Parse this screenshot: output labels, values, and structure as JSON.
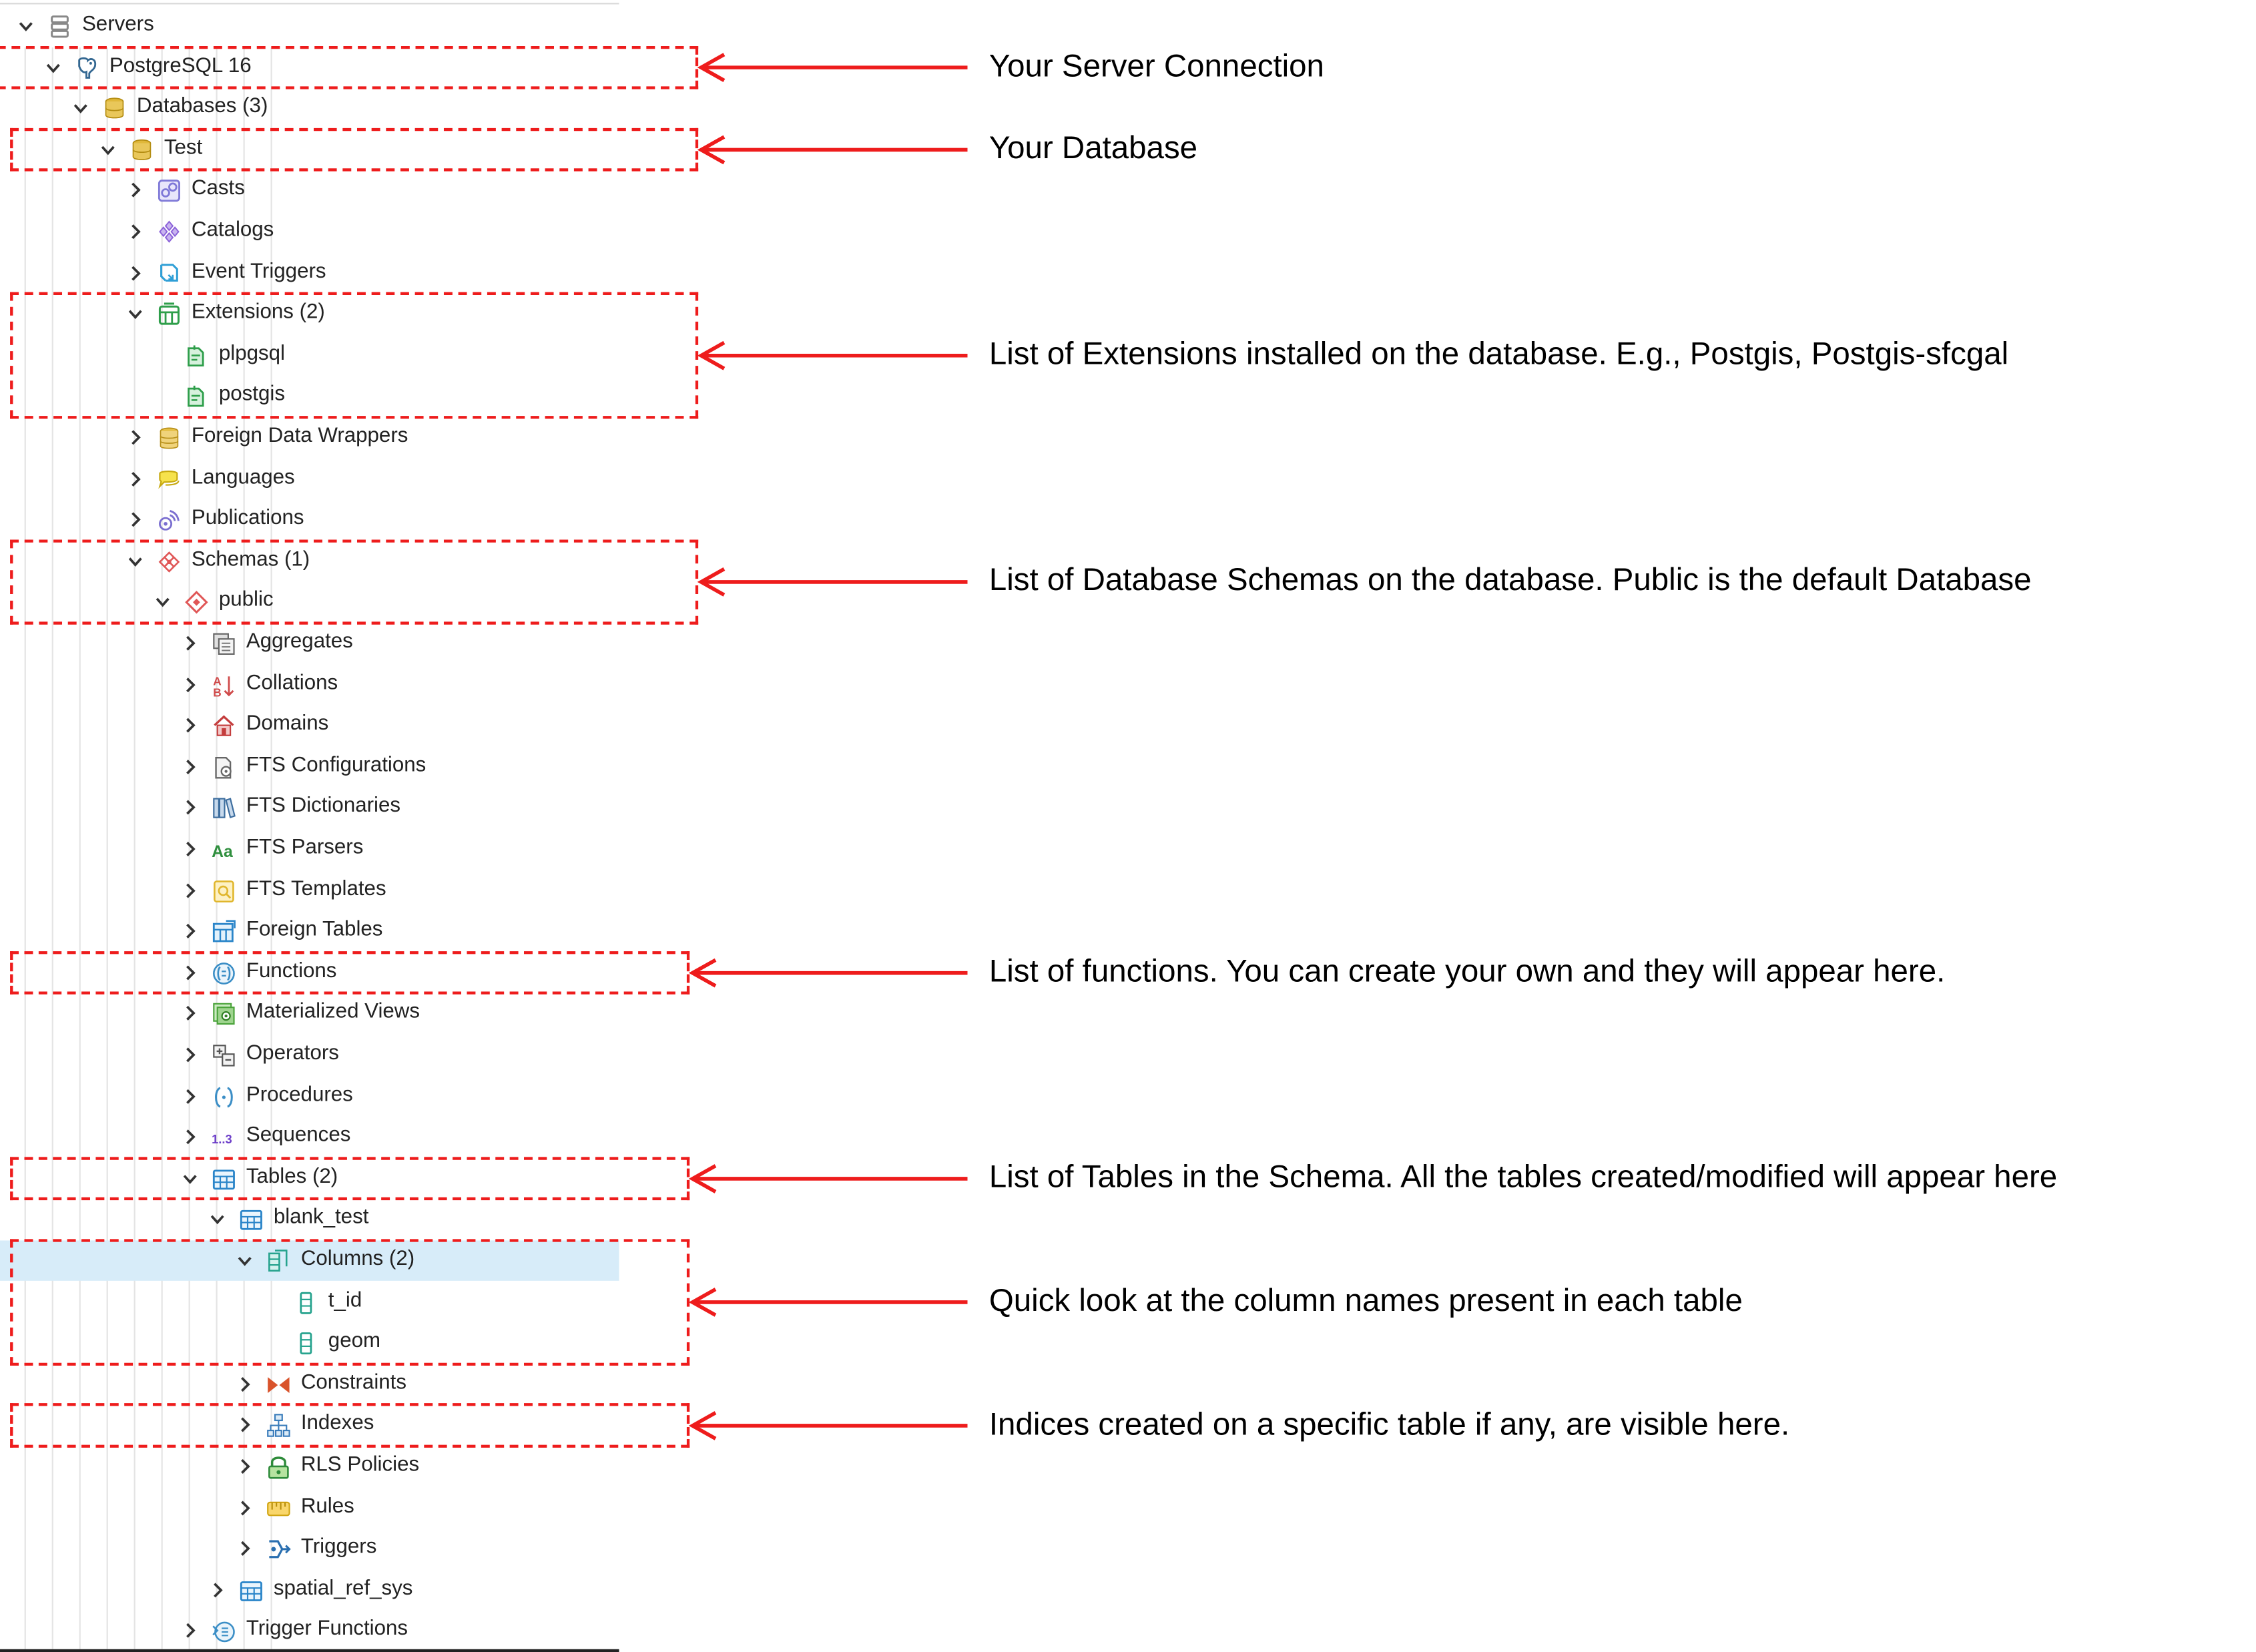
{
  "tree": [
    {
      "id": "servers",
      "label": "Servers",
      "icon": "servers-icon",
      "level": 0,
      "expanded": true
    },
    {
      "id": "postgresql-16",
      "label": "PostgreSQL 16",
      "icon": "postgres-elephant-icon",
      "level": 1,
      "expanded": true
    },
    {
      "id": "databases",
      "label": "Databases (3)",
      "icon": "databases-icon",
      "level": 2,
      "expanded": true
    },
    {
      "id": "test",
      "label": "Test",
      "icon": "database-icon",
      "level": 3,
      "expanded": true
    },
    {
      "id": "casts",
      "label": "Casts",
      "icon": "casts-icon",
      "level": 4,
      "expanded": false
    },
    {
      "id": "catalogs",
      "label": "Catalogs",
      "icon": "catalogs-icon",
      "level": 4,
      "expanded": false
    },
    {
      "id": "event-triggers",
      "label": "Event Triggers",
      "icon": "event-triggers-icon",
      "level": 4,
      "expanded": false
    },
    {
      "id": "extensions",
      "label": "Extensions (2)",
      "icon": "extensions-icon",
      "level": 4,
      "expanded": true
    },
    {
      "id": "plpgsql",
      "label": "plpgsql",
      "icon": "extension-icon",
      "level": 5,
      "leaf": true
    },
    {
      "id": "postgis",
      "label": "postgis",
      "icon": "extension-icon",
      "level": 5,
      "leaf": true
    },
    {
      "id": "foreign-data-wrappers",
      "label": "Foreign Data Wrappers",
      "icon": "foreign-data-wrappers-icon",
      "level": 4,
      "expanded": false
    },
    {
      "id": "languages",
      "label": "Languages",
      "icon": "languages-icon",
      "level": 4,
      "expanded": false
    },
    {
      "id": "publications",
      "label": "Publications",
      "icon": "publications-icon",
      "level": 4,
      "expanded": false
    },
    {
      "id": "schemas",
      "label": "Schemas (1)",
      "icon": "schemas-icon",
      "level": 4,
      "expanded": true
    },
    {
      "id": "public",
      "label": "public",
      "icon": "schema-icon",
      "level": 5,
      "expanded": true
    },
    {
      "id": "aggregates",
      "label": "Aggregates",
      "icon": "aggregates-icon",
      "level": 6,
      "expanded": false
    },
    {
      "id": "collations",
      "label": "Collations",
      "icon": "collations-icon",
      "level": 6,
      "expanded": false
    },
    {
      "id": "domains",
      "label": "Domains",
      "icon": "domains-icon",
      "level": 6,
      "expanded": false
    },
    {
      "id": "fts-configurations",
      "label": "FTS Configurations",
      "icon": "fts-configurations-icon",
      "level": 6,
      "expanded": false
    },
    {
      "id": "fts-dictionaries",
      "label": "FTS Dictionaries",
      "icon": "fts-dictionaries-icon",
      "level": 6,
      "expanded": false
    },
    {
      "id": "fts-parsers",
      "label": "FTS Parsers",
      "icon": "fts-parsers-icon",
      "level": 6,
      "expanded": false,
      "icon_text": "Aa"
    },
    {
      "id": "fts-templates",
      "label": "FTS Templates",
      "icon": "fts-templates-icon",
      "level": 6,
      "expanded": false
    },
    {
      "id": "foreign-tables",
      "label": "Foreign Tables",
      "icon": "foreign-tables-icon",
      "level": 6,
      "expanded": false
    },
    {
      "id": "functions",
      "label": "Functions",
      "icon": "functions-icon",
      "level": 6,
      "expanded": false
    },
    {
      "id": "materialized-views",
      "label": "Materialized Views",
      "icon": "materialized-views-icon",
      "level": 6,
      "expanded": false
    },
    {
      "id": "operators",
      "label": "Operators",
      "icon": "operators-icon",
      "level": 6,
      "expanded": false
    },
    {
      "id": "procedures",
      "label": "Procedures",
      "icon": "procedures-icon",
      "level": 6,
      "expanded": false
    },
    {
      "id": "sequences",
      "label": "Sequences",
      "icon": "sequences-icon",
      "level": 6,
      "expanded": false,
      "icon_text": "1..3"
    },
    {
      "id": "tables",
      "label": "Tables (2)",
      "icon": "tables-icon",
      "level": 6,
      "expanded": true
    },
    {
      "id": "blank-test",
      "label": "blank_test",
      "icon": "table-icon",
      "level": 7,
      "expanded": true
    },
    {
      "id": "columns",
      "label": "Columns (2)",
      "icon": "columns-icon",
      "level": 8,
      "expanded": true,
      "selected": true
    },
    {
      "id": "t-id",
      "label": "t_id",
      "icon": "column-icon",
      "level": 9,
      "leaf": true
    },
    {
      "id": "geom",
      "label": "geom",
      "icon": "column-icon",
      "level": 9,
      "leaf": true
    },
    {
      "id": "constraints",
      "label": "Constraints",
      "icon": "constraints-icon",
      "level": 8,
      "expanded": false
    },
    {
      "id": "indexes",
      "label": "Indexes",
      "icon": "indexes-icon",
      "level": 8,
      "expanded": false
    },
    {
      "id": "rls-policies",
      "label": "RLS Policies",
      "icon": "rls-policies-icon",
      "level": 8,
      "expanded": false
    },
    {
      "id": "rules",
      "label": "Rules",
      "icon": "rules-icon",
      "level": 8,
      "expanded": false
    },
    {
      "id": "triggers",
      "label": "Triggers",
      "icon": "triggers-icon",
      "level": 8,
      "expanded": false
    },
    {
      "id": "spatial-ref-sys",
      "label": "spatial_ref_sys",
      "icon": "table-icon",
      "level": 7,
      "expanded": false
    },
    {
      "id": "trigger-functions",
      "label": "Trigger Functions",
      "icon": "trigger-functions-icon",
      "level": 6,
      "expanded": false
    }
  ],
  "annotations": [
    {
      "id": "server-connection",
      "text": "Your Server Connection",
      "rows": [
        "postgresql-16"
      ]
    },
    {
      "id": "database",
      "text": "Your Database",
      "rows": [
        "test"
      ]
    },
    {
      "id": "extensions",
      "text": "List of Extensions installed on the database. E.g., Postgis, Postgis-sfcgal",
      "rows": [
        "extensions",
        "plpgsql",
        "postgis"
      ]
    },
    {
      "id": "schemas",
      "text": "List of Database Schemas on the database. Public is the default Database",
      "rows": [
        "schemas",
        "public"
      ]
    },
    {
      "id": "functions",
      "text": "List of functions. You can create your own and they will appear here.",
      "rows": [
        "functions"
      ]
    },
    {
      "id": "tables",
      "text": "List of Tables in the Schema. All the tables created/modified will appear here",
      "rows": [
        "tables"
      ]
    },
    {
      "id": "columns",
      "text": "Quick look at the column names present in each table",
      "rows": [
        "columns",
        "t-id",
        "geom"
      ]
    },
    {
      "id": "indexes",
      "text": "Indices created on a specific table if any, are visible here.",
      "rows": [
        "indexes"
      ]
    }
  ],
  "colors": {
    "annotation": "#ee1c1c",
    "selected_row": "#d7ecf9",
    "text": "#222222"
  }
}
